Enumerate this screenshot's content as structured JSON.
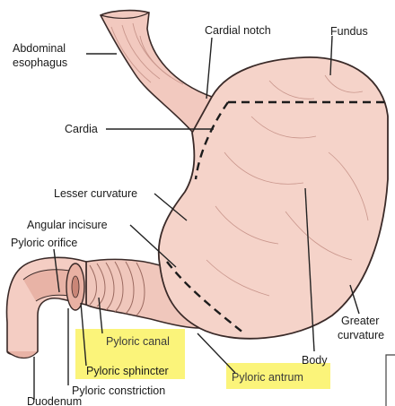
{
  "labels": {
    "abdominal_esophagus_line1": "Abdominal",
    "abdominal_esophagus_line2": "esophagus",
    "cardial_notch": "Cardial notch",
    "fundus": "Fundus",
    "cardia": "Cardia",
    "lesser_curvature": "Lesser curvature",
    "angular_incisure": "Angular incisure",
    "pyloric_orifice": "Pyloric orifice",
    "greater_curvature_line1": "Greater",
    "greater_curvature_line2": "curvature",
    "body": "Body",
    "pyloric_canal": "Pyloric canal",
    "pyloric_sphincter": "Pyloric sphincter",
    "pyloric_constriction": "Pyloric constriction",
    "pyloric_antrum": "Pyloric antrum",
    "duodenum": "Duodenum"
  },
  "colors": {
    "stomach_fill": "#f5d3c9",
    "stomach_outline": "#3a2a28",
    "highlight": "#fbf47a",
    "vessel": "#c9968c"
  }
}
